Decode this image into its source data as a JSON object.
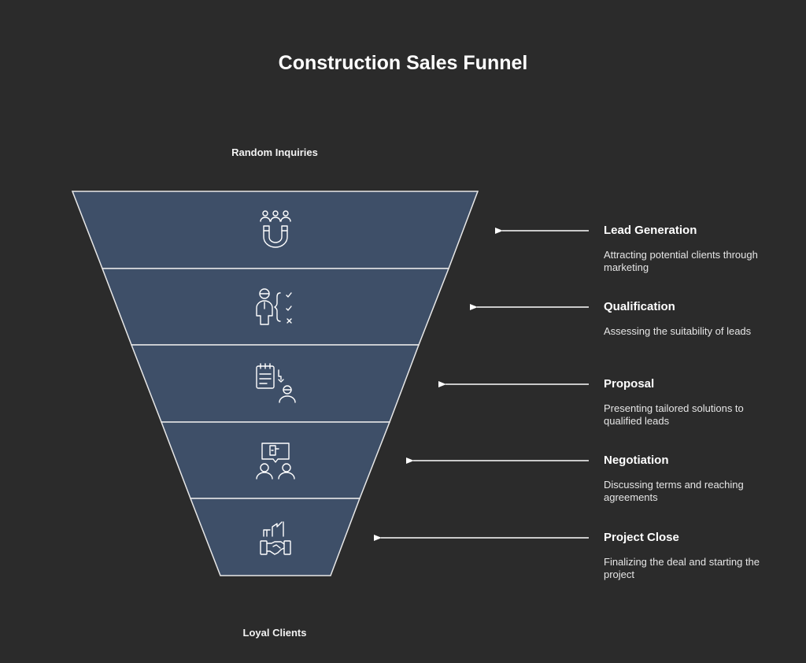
{
  "title": "Construction Sales Funnel",
  "top_label": "Random Inquiries",
  "bottom_label": "Loyal Clients",
  "colors": {
    "background": "#2b2b2b",
    "segment_fill": "#3e4f68",
    "segment_stroke": "#e8e8e8",
    "arrow": "#ffffff"
  },
  "stages": [
    {
      "name": "Lead Generation",
      "description": "Attracting potential clients through marketing",
      "icon": "magnet-people-icon"
    },
    {
      "name": "Qualification",
      "description": "Assessing the suitability of leads",
      "icon": "person-checklist-icon"
    },
    {
      "name": "Proposal",
      "description": "Presenting tailored solutions to qualified leads",
      "icon": "document-person-icon"
    },
    {
      "name": "Negotiation",
      "description": "Discussing terms and reaching agreements",
      "icon": "two-people-discussion-icon"
    },
    {
      "name": "Project Close",
      "description": "Finalizing the deal and starting the project",
      "icon": "handshake-building-icon"
    }
  ]
}
